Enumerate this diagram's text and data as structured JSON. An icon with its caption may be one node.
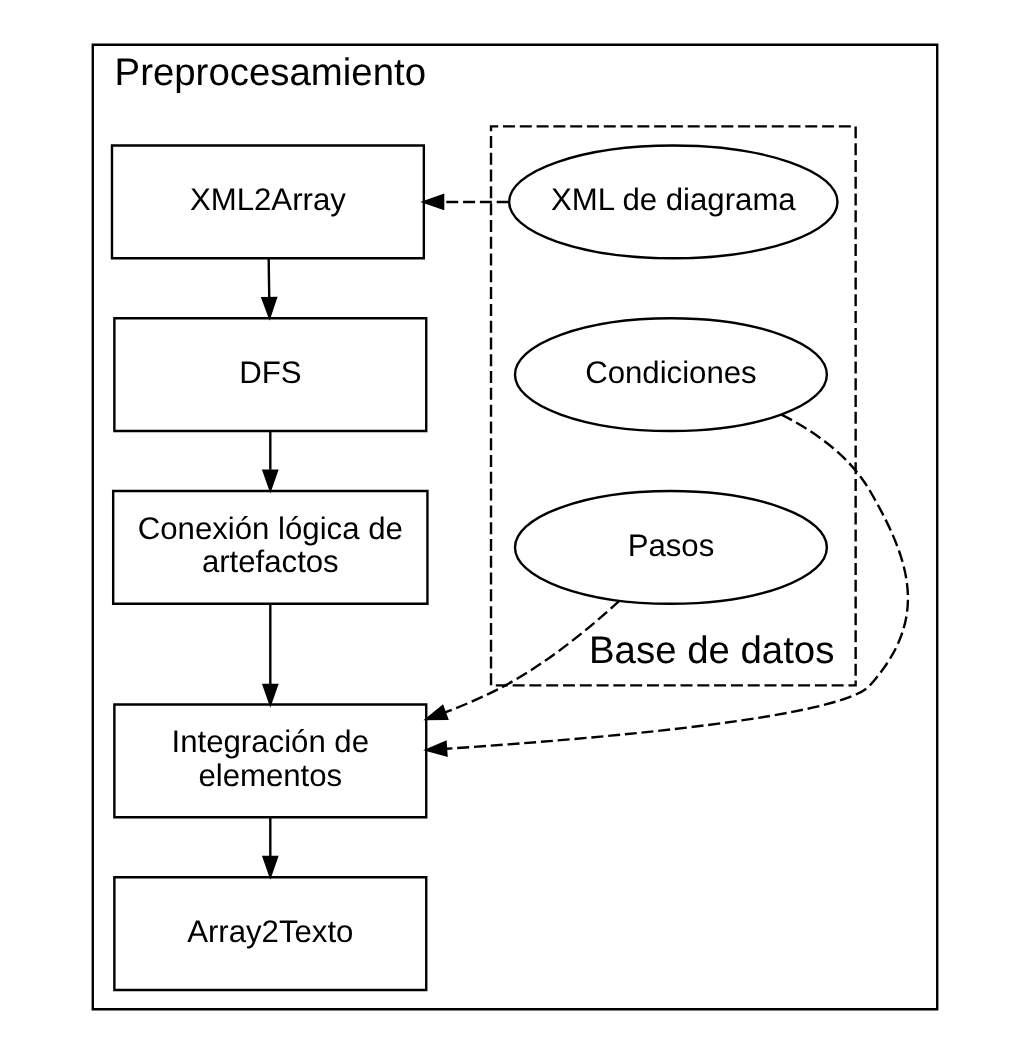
{
  "diagram": {
    "nodes": [
      {
        "text": [
          "Preprocesamiento"
        ]
      },
      {
        "text": [
          "XML2Array"
        ],
        "in": 0
      },
      {
        "text": [
          "DFS"
        ],
        "in": 0
      },
      {
        "text": [
          "Conexión lógica de artefactos"
        ],
        "in": 0
      },
      {
        "text": [
          "Integración de elementos"
        ],
        "in": 0
      },
      {
        "text": [
          "Array2Texto"
        ],
        "in": 0
      },
      {
        "text": [
          "Base de datos"
        ],
        "in": 0
      },
      {
        "text": [
          "XML de diagrama"
        ],
        "in": 6
      },
      {
        "text": [
          "Condiciones"
        ],
        "in": 6
      },
      {
        "text": [
          "Pasos"
        ],
        "in": 6
      }
    ],
    "edges": [
      {
        "from": 7,
        "to": 1,
        "arrow": "to",
        "style": "dashed"
      },
      {
        "from": 1,
        "to": 2,
        "arrow": "to"
      },
      {
        "from": 2,
        "to": 3,
        "arrow": "to"
      },
      {
        "from": 8,
        "to": 4,
        "arrow": "to",
        "style": "dashed"
      },
      {
        "from": 9,
        "to": 4,
        "arrow": "to",
        "style": "dashed"
      },
      {
        "from": 3,
        "to": 4,
        "arrow": "to"
      },
      {
        "from": 4,
        "to": 5,
        "arrow": "to"
      }
    ]
  }
}
